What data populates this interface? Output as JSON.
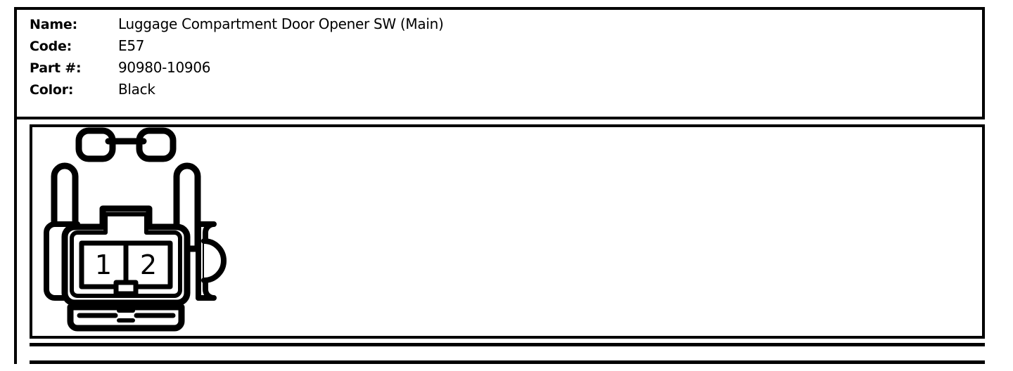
{
  "header": {
    "fields": [
      {
        "label": "Name:",
        "value": "Luggage Compartment Door Opener SW (Main)"
      },
      {
        "label": "Code:",
        "value": "E57"
      },
      {
        "label": "Part #:",
        "value": "90980-10906"
      },
      {
        "label": "Color:",
        "value": "Black"
      }
    ]
  },
  "diagram": {
    "type": "connector-face-view",
    "title": "",
    "cavity_count": 2,
    "pins": [
      {
        "number": "1"
      },
      {
        "number": "2"
      }
    ],
    "line_color": "#000000",
    "fill_color": "#ffffff"
  }
}
